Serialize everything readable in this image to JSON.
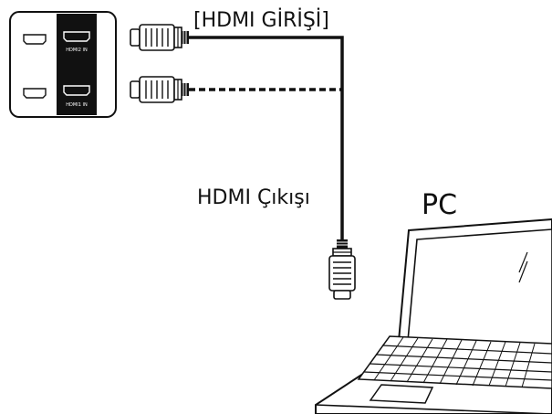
{
  "labels": {
    "hdmi_input": "[HDMI GİRİŞİ]",
    "hdmi_output": "HDMI Çıkışı",
    "pc": "PC"
  },
  "panel": {
    "ports": [
      {
        "label": "HDMI2 IN",
        "connected": true
      },
      {
        "label": "HDMI1 IN",
        "connected": false
      }
    ]
  },
  "colors": {
    "line": "#111111",
    "background": "#ffffff",
    "port_block": "#111111"
  }
}
